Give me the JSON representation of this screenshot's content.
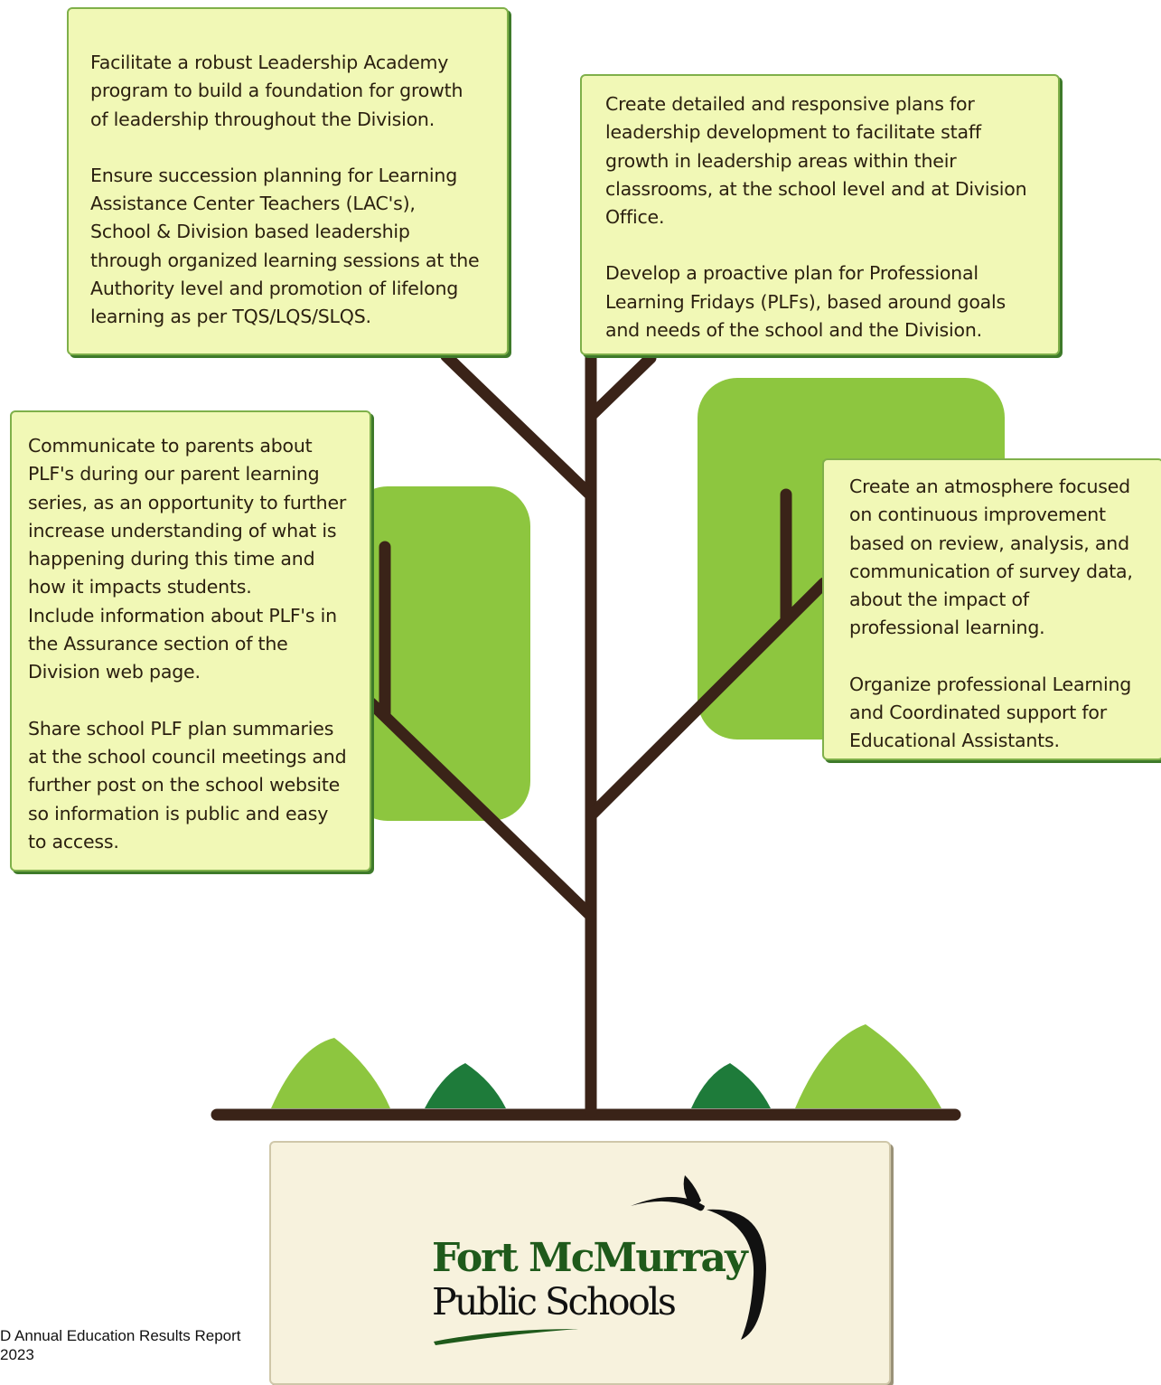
{
  "boxes": {
    "top_left": {
      "paragraphs": [
        "Facilitate a robust Leadership Academy\nprogram to build a foundation for growth\nof leadership throughout the Division.",
        "Ensure succession planning for Learning\nAssistance Center Teachers (LAC's),\nSchool & Division based leadership\nthrough organized learning sessions at the\nAuthority level and promotion of lifelong\nlearning as per TQS/LQS/SLQS."
      ]
    },
    "top_right": {
      "paragraphs": [
        "Create detailed and responsive plans for\nleadership development to facilitate staff\ngrowth in leadership areas within their\nclassrooms, at the school level and at Division\nOffice.",
        "Develop a proactive plan for Professional\nLearning Fridays (PLFs), based around goals\nand needs of the school and the Division."
      ]
    },
    "left": {
      "paragraphs": [
        "Communicate to parents about\nPLF's during our parent learning\nseries, as an opportunity to further\nincrease understanding of what is\nhappening during this time and\nhow it impacts students.\n Include information about PLF's in\nthe Assurance section of the\nDivision web page.",
        "Share school PLF plan summaries\nat the school council meetings and\nfurther post on the school website\nso information is public and easy\nto access."
      ]
    },
    "right": {
      "paragraphs": [
        "Create an atmosphere focused\non continuous improvement\nbased on review, analysis, and\ncommunication of survey data,\nabout the impact of\nprofessional learning.",
        "Organize professional Learning\nand Coordinated support for\nEducational Assistants."
      ]
    }
  },
  "logo": {
    "line1": "Fort McMurray",
    "line2": "Public Schools"
  },
  "footer": {
    "line1": "D Annual Education Results Report",
    "line2": "2023"
  },
  "colors": {
    "box_fill": "#f1f8b6",
    "box_border": "#7fb04a",
    "trunk": "#3a2318",
    "leaf_light": "#8dc63f",
    "leaf_dark": "#1e7b3a",
    "logo_green": "#1f5a1b"
  }
}
